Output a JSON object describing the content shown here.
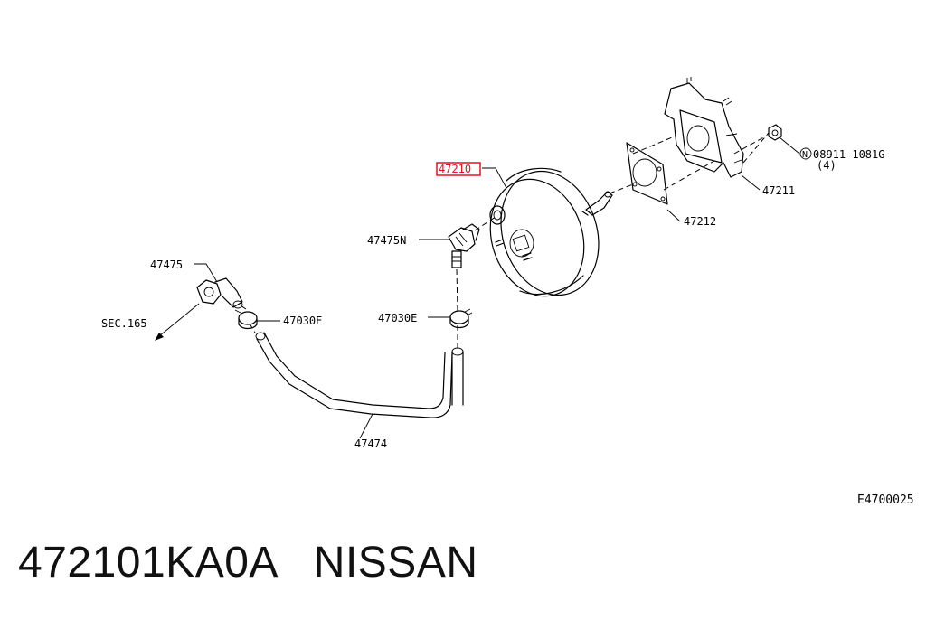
{
  "diagram": {
    "labels": {
      "booster": "47210",
      "check_valve": "47475N",
      "hose_clamp_right": "47030E",
      "hose_clamp_left": "47030E",
      "connector": "47475",
      "section_ref": "SEC.165",
      "hose": "47474",
      "gasket": "47212",
      "spacer": "47211",
      "nut_number": "08911-1081G",
      "nut_qty": "(4)",
      "nut_marker": "N",
      "diagram_id": "E4700025"
    },
    "highlight_color": "#e8101e"
  },
  "footer": {
    "part_number": "472101KA0A",
    "brand": "NISSAN"
  }
}
